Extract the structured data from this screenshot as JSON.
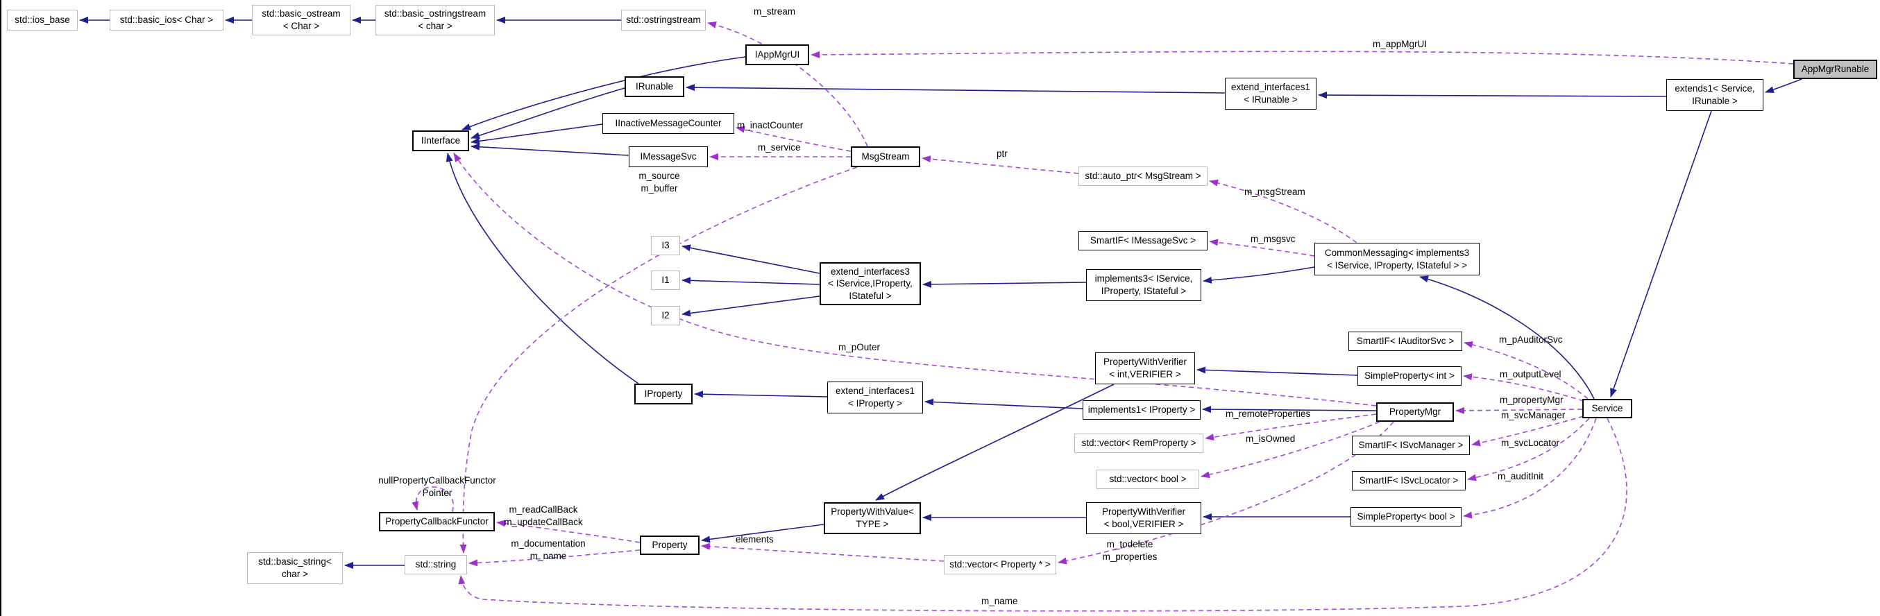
{
  "diagram": {
    "title": "AppMgrRunable collaboration diagram",
    "colors": {
      "inheritance_edge": "#1f1f8f",
      "usage_edge": "#a24bd8",
      "highlight_node_fill": "#bfbfbf",
      "node_fill": "#ffffff",
      "undocumented_node_border": "#b9b9b9",
      "documented_node_border": "#000000"
    },
    "nodes": [
      {
        "label": "std::ios_base"
      },
      {
        "label": "std::basic_ios< Char >"
      },
      {
        "label": "std::basic_ostream\n< Char >"
      },
      {
        "label": "std::basic_ostringstream\n< char >"
      },
      {
        "label": "std::ostringstream"
      },
      {
        "label": "IAppMgrUI"
      },
      {
        "label": "IRunable"
      },
      {
        "label": "IInactiveMessageCounter"
      },
      {
        "label": "IMessageSvc"
      },
      {
        "label": "IInterface"
      },
      {
        "label": "MsgStream"
      },
      {
        "label": "std::auto_ptr< MsgStream >"
      },
      {
        "label": "extend_interfaces1\n< IRunable >"
      },
      {
        "label": "extends1< Service,\nIRunable >"
      },
      {
        "label": "AppMgrRunable"
      },
      {
        "label": "I3"
      },
      {
        "label": "I1"
      },
      {
        "label": "I2"
      },
      {
        "label": "extend_interfaces3\n< IService,IProperty,\nIStateful >"
      },
      {
        "label": "SmartIF< IMessageSvc >"
      },
      {
        "label": "implements3< IService,\nIProperty, IStateful >"
      },
      {
        "label": "CommonMessaging< implements3\n< IService, IProperty, IStateful > >"
      },
      {
        "label": "SmartIF< IAuditorSvc >"
      },
      {
        "label": "PropertyWithVerifier\n< int,VERIFIER >"
      },
      {
        "label": "SimpleProperty< int >"
      },
      {
        "label": "IProperty"
      },
      {
        "label": "extend_interfaces1\n< IProperty >"
      },
      {
        "label": "implements1< IProperty >"
      },
      {
        "label": "PropertyMgr"
      },
      {
        "label": "std::vector< RemProperty >"
      },
      {
        "label": "SmartIF< ISvcManager >"
      },
      {
        "label": "std::vector< bool >"
      },
      {
        "label": "SmartIF< ISvcLocator >"
      },
      {
        "label": "Service"
      },
      {
        "label": "PropertyWithValue<\nTYPE >"
      },
      {
        "label": "PropertyWithVerifier\n< bool,VERIFIER >"
      },
      {
        "label": "SimpleProperty< bool >"
      },
      {
        "label": "PropertyCallbackFunctor"
      },
      {
        "label": "Property"
      },
      {
        "label": "std::basic_string<\nchar >"
      },
      {
        "label": "std::string"
      },
      {
        "label": "std::vector< Property * >"
      }
    ],
    "edge_labels": [
      {
        "text": "m_stream"
      },
      {
        "text": "m_appMgrUI"
      },
      {
        "text": "m_inactCounter"
      },
      {
        "text": "m_service"
      },
      {
        "text": "m_source\nm_buffer"
      },
      {
        "text": "ptr"
      },
      {
        "text": "m_msgStream"
      },
      {
        "text": "m_msgsvc"
      },
      {
        "text": "m_pOuter"
      },
      {
        "text": "m_pAuditorSvc"
      },
      {
        "text": "m_outputLevel"
      },
      {
        "text": "m_propertyMgr"
      },
      {
        "text": "m_svcManager"
      },
      {
        "text": "m_remoteProperties"
      },
      {
        "text": "m_isOwned"
      },
      {
        "text": "m_svcLocator"
      },
      {
        "text": "m_auditInit"
      },
      {
        "text": "nullPropertyCallbackFunctor\nPointer"
      },
      {
        "text": "m_readCallBack\nm_updateCallBack"
      },
      {
        "text": "m_documentation\nm_name"
      },
      {
        "text": "elements"
      },
      {
        "text": "m_todelete\nm_properties"
      },
      {
        "text": "m_name"
      }
    ]
  }
}
